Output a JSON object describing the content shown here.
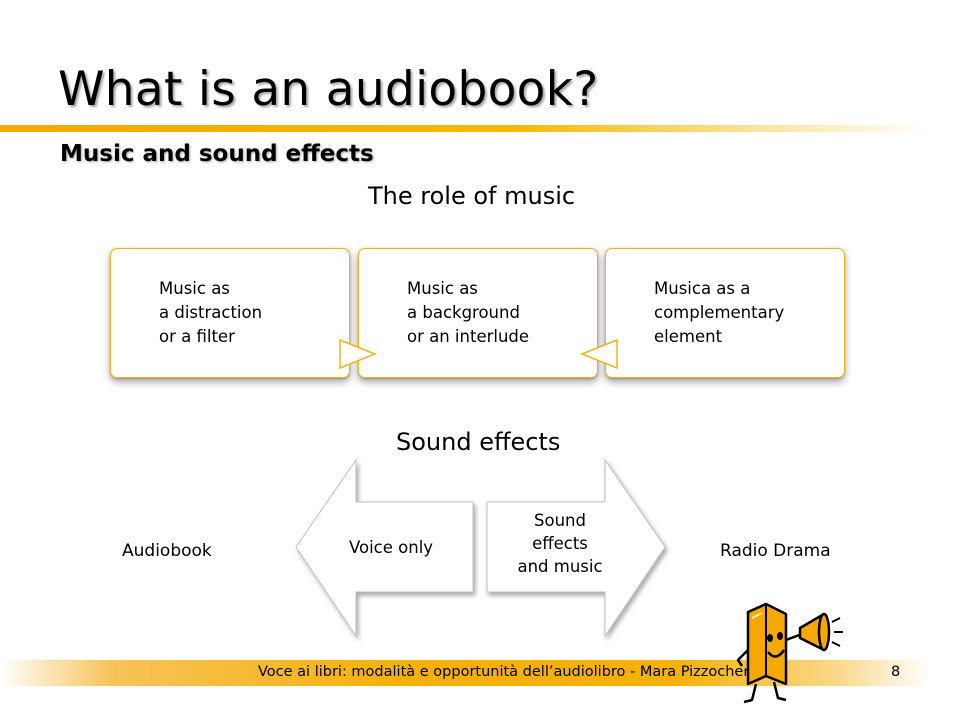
{
  "slide": {
    "title": "What is an audiobook?",
    "subtitle": "Music and sound effects"
  },
  "music_section": {
    "heading": "The role of music",
    "boxes": [
      {
        "text": "Music as\na distraction\nor a filter"
      },
      {
        "text": "Music as\na background\nor an interlude"
      },
      {
        "text": "Musica as a\ncomplementary\nelement"
      }
    ]
  },
  "sound_section": {
    "heading": "Sound effects",
    "left_label": "Audiobook",
    "right_label": "Radio Drama",
    "left_arrow_text": "Voice only",
    "right_arrow_text": "Sound\neffects\nand music"
  },
  "footer": {
    "text": "Voce ai libri: modalità e opportunità dell’audiolibro - Mara Pizzochero",
    "page_number": "8"
  },
  "colors": {
    "accent": "#f5b000",
    "box_border": "#f0b418",
    "mascot_body": "#f5a800"
  },
  "icons": {
    "mascot": "book-mascot-with-megaphone-icon"
  }
}
